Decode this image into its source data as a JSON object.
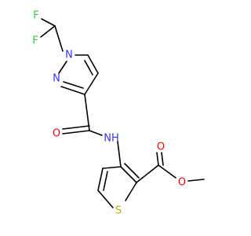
{
  "colors": {
    "background": "#ffffff",
    "bond": "#000000",
    "nitrogen": "#3333ff",
    "oxygen": "#ff0000",
    "fluorine": "#33cc33",
    "sulfur": "#b2b200"
  },
  "atoms": {
    "f1": "F",
    "f2": "F",
    "n1": "N",
    "n2": "N",
    "o_amide": "O",
    "nh": "NH",
    "o_carbonyl": "O",
    "o_ester": "O",
    "s": "S"
  }
}
